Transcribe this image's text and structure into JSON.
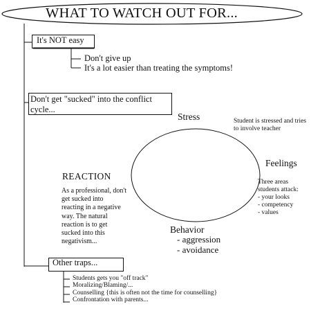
{
  "title": "WHAT TO WATCH OUT FOR...",
  "section1": {
    "label": "It's NOT easy",
    "points": [
      "Don't give up",
      "It's a lot easier than treating the symptoms!"
    ]
  },
  "section2": {
    "label": "Don't get \"sucked\" into the conflict cycle..."
  },
  "cycle": {
    "stress": "Stress",
    "stress_note": "Student is stressed and tries to involve teacher",
    "feelings": "Feelings",
    "feelings_note": [
      "Three areas",
      "students attack:",
      "- your looks",
      "- competency",
      "- values"
    ],
    "behavior": "Behavior",
    "behavior_items": [
      "- aggression",
      "- avoidance"
    ]
  },
  "reaction": {
    "heading": "REACTION",
    "note": "As a professional, don't get sucked into reacting in a negative way. The natural reaction is to get sucked into this negativism..."
  },
  "section3": {
    "label": "Other traps...",
    "points": [
      "Students gets you \"off track\"",
      "Moralizing/Blaming/...",
      "Counselling {this is often not the time for counselling}",
      "Confrontation with parents..."
    ]
  }
}
